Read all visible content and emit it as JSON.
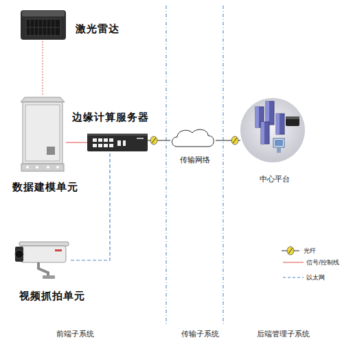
{
  "diagram": {
    "nodes": [
      {
        "text": [
          "激光雷达"
        ]
      },
      {
        "text": [
          "数据建模单元"
        ]
      },
      {
        "text": [
          "边缘计算服务器"
        ]
      },
      {
        "text": [
          "传输网络"
        ]
      },
      {
        "text": [
          "中心平台"
        ]
      },
      {
        "text": [
          "视频抓拍单元"
        ]
      }
    ],
    "edges": [
      {
        "from": 0,
        "to": 1,
        "arrow": "none"
      },
      {
        "from": 1,
        "to": 2,
        "arrow": "none"
      },
      {
        "from": 2,
        "to": 3,
        "arrow": "none"
      },
      {
        "from": 3,
        "to": 4,
        "arrow": "none"
      },
      {
        "from": 5,
        "to": 2,
        "arrow": "none"
      }
    ],
    "labels": [
      "前端子系统",
      "传输子系统",
      "后端管理子系统"
    ],
    "legend": [
      {
        "text": "光纤"
      },
      {
        "text": "信号/控制线"
      },
      {
        "text": "以太网"
      }
    ]
  }
}
